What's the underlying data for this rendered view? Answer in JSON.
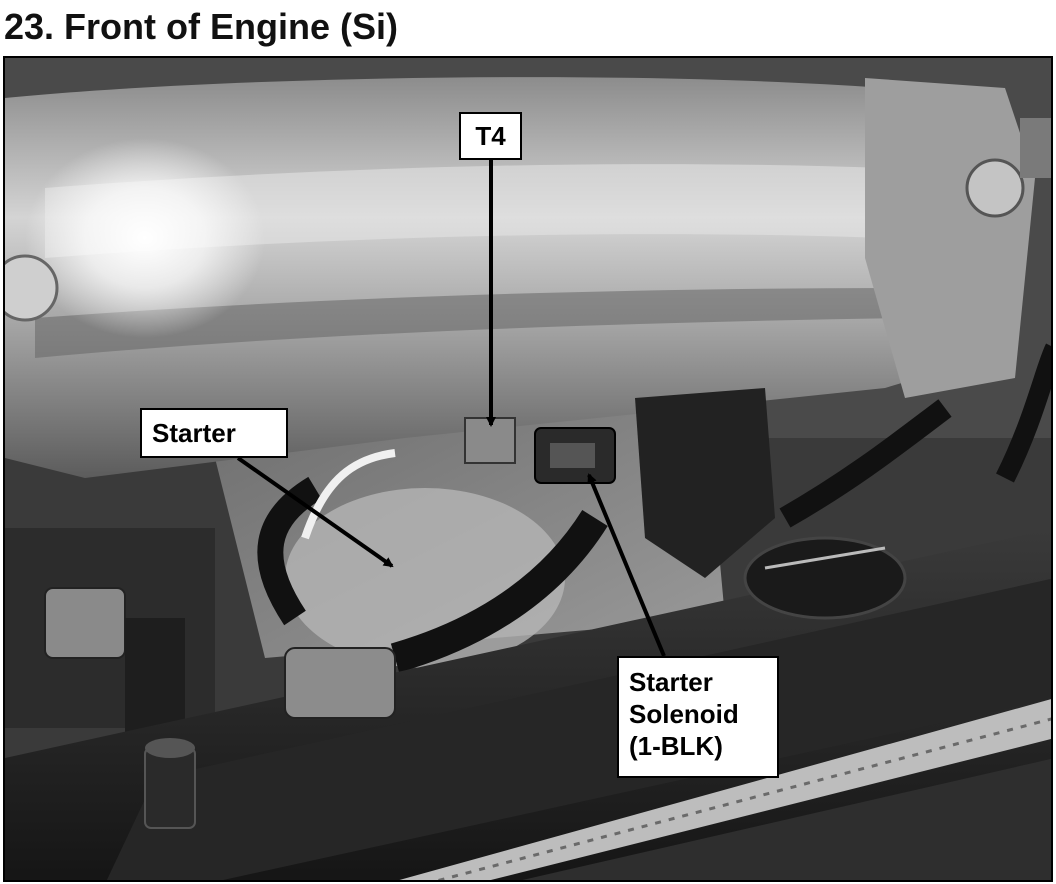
{
  "title": "23. Front of Engine (Si)",
  "callouts": {
    "t4": "T4",
    "starter": "Starter",
    "solenoid_line1": "Starter",
    "solenoid_line2": "Solenoid",
    "solenoid_line3": "(1-BLK)"
  }
}
